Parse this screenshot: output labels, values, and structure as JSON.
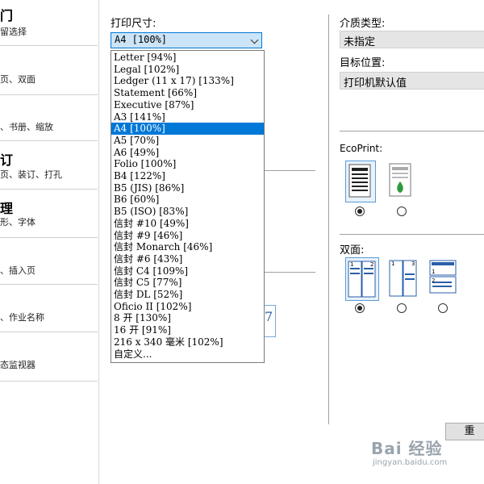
{
  "sidebar": {
    "items": [
      {
        "title": "门",
        "subtitle": "留选择"
      },
      {
        "title": "",
        "subtitle": "页、双面"
      },
      {
        "title": "",
        "subtitle": "、书册、缩放"
      },
      {
        "title": "订",
        "subtitle": "页、装订、打孔"
      },
      {
        "title": "理",
        "subtitle": "形、字体"
      },
      {
        "title": "",
        "subtitle": "、插入页"
      },
      {
        "title": "",
        "subtitle": "、作业名称"
      },
      {
        "title": "",
        "subtitle": "态监视器"
      }
    ]
  },
  "print_size": {
    "label": "打印尺寸:",
    "selected": "A4  [100%]",
    "options": [
      "Letter  [94%]",
      "Legal  [102%]",
      "Ledger (11 x 17)  [133%]",
      "Statement  [66%]",
      "Executive  [87%]",
      "A3  [141%]",
      "A4  [100%]",
      "A5  [70%]",
      "A6  [49%]",
      "Folio  [100%]",
      "B4  [122%]",
      "B5 (JIS)  [86%]",
      "B6  [60%]",
      "B5 (ISO)  [83%]",
      "信封 #10  [49%]",
      "信封 #9  [46%]",
      "信封 Monarch  [46%]",
      "信封 #6  [43%]",
      "信封 C4  [109%]",
      "信封 C5  [77%]",
      "信封 DL  [52%]",
      "Oficio II  [102%]",
      "8 开  [130%]",
      "16 开  [91%]",
      "216 x 340 毫米  [102%]",
      "自定义..."
    ],
    "selected_index": 6
  },
  "media_type": {
    "label": "介质类型:",
    "value": "未指定"
  },
  "destination": {
    "label": "目标位置:",
    "value": "打印机默认值"
  },
  "ecoprint": {
    "label": "EcoPrint:",
    "selected_index": 0
  },
  "duplex": {
    "label": "双面:",
    "selected_index": 0
  },
  "reset_button": {
    "label": "重"
  },
  "watermark": {
    "text": "Bai  经验",
    "url": "jingyan.baidu.com"
  },
  "colors": {
    "accent": "#0078d7",
    "selected_bg": "#cce4f7",
    "combo_bg": "#e5e5e5"
  }
}
